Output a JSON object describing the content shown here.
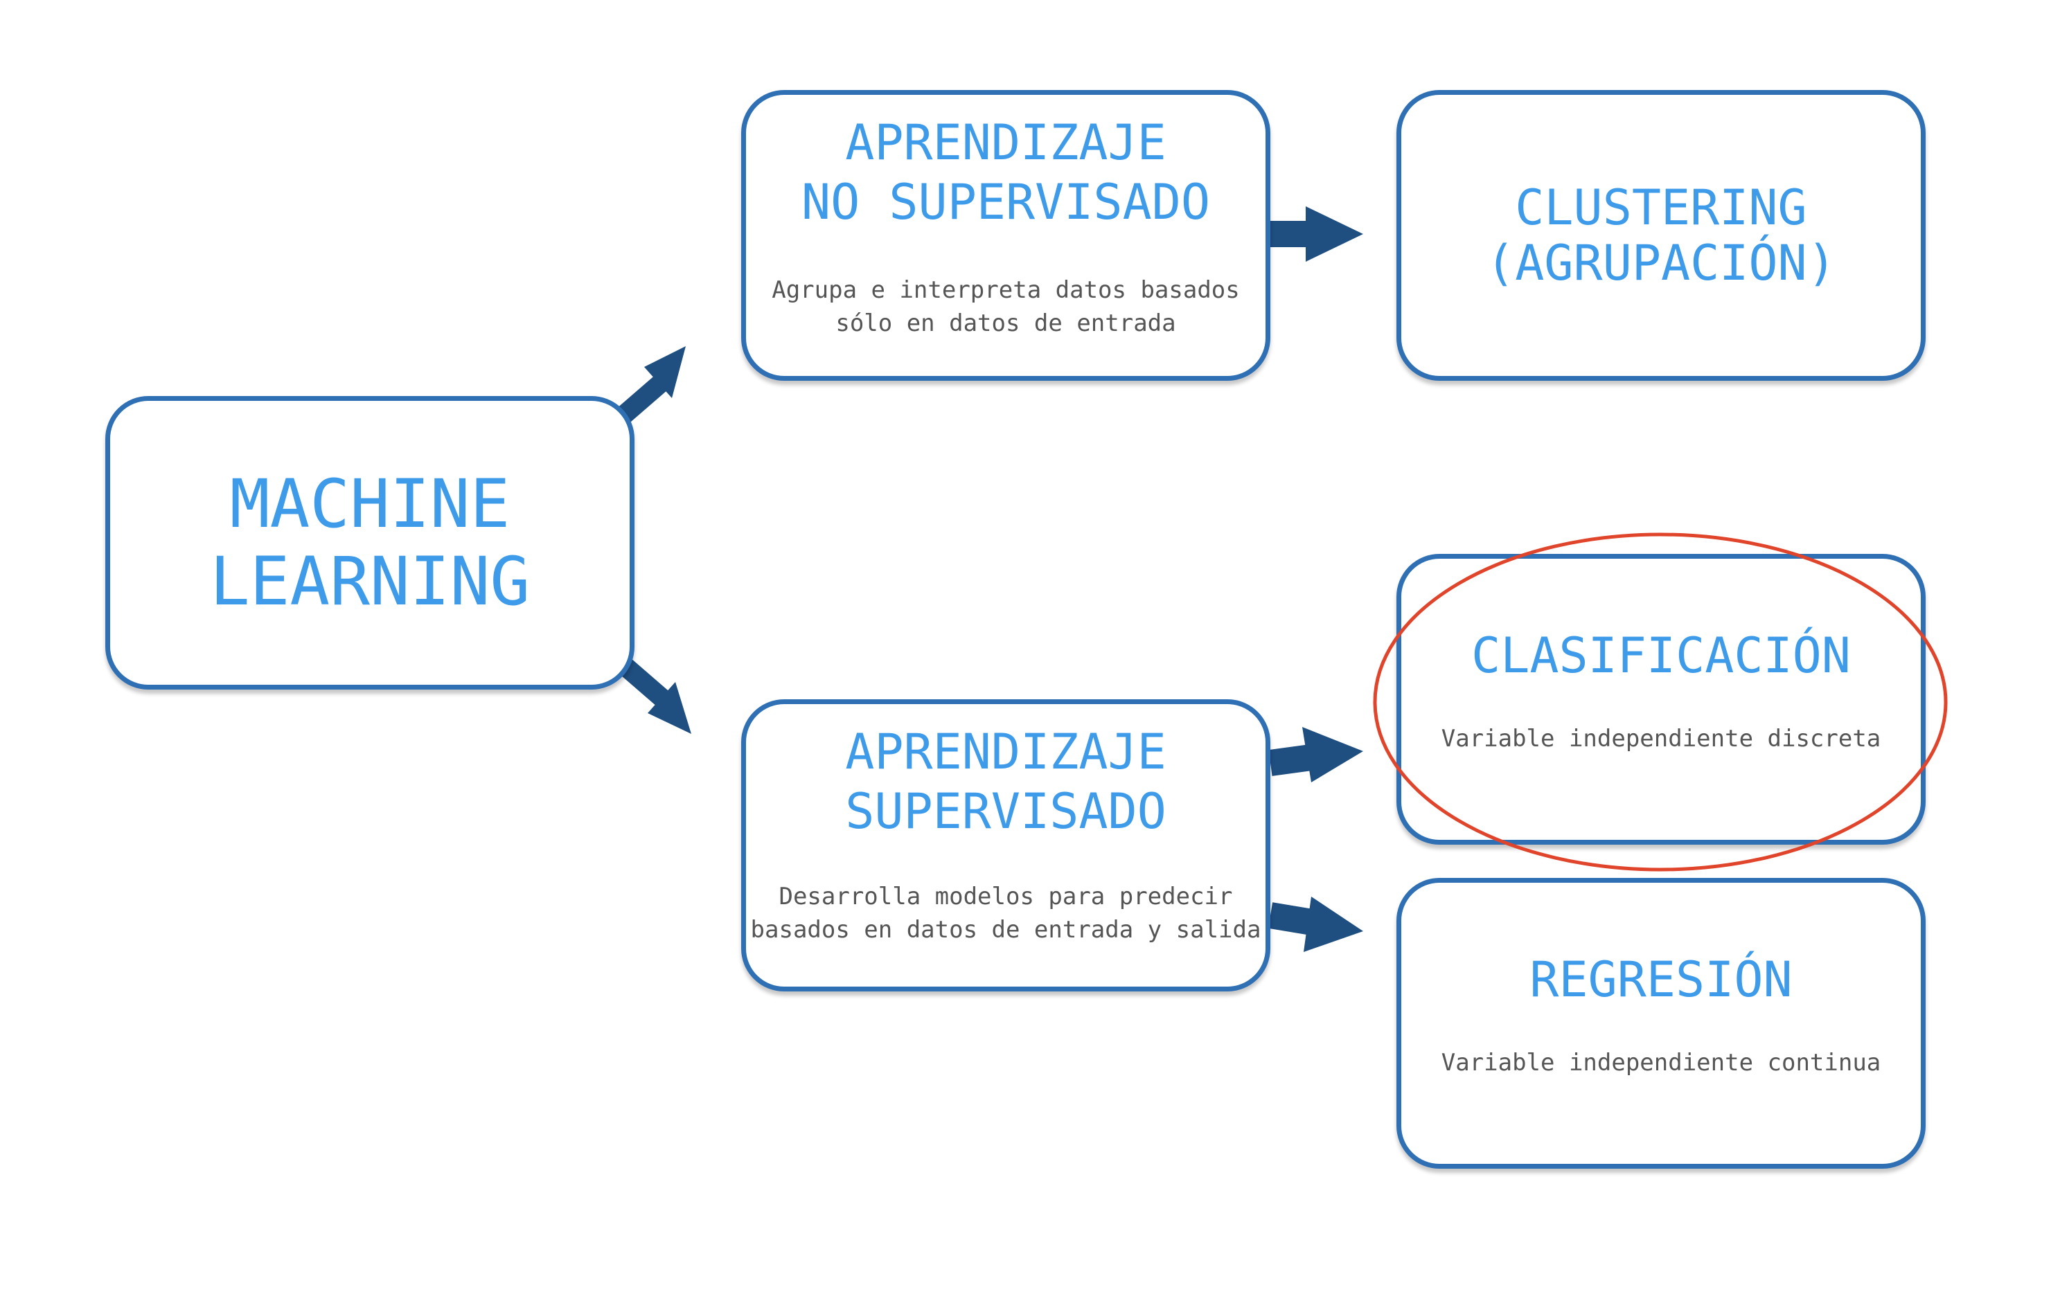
{
  "colors": {
    "box_border": "#2f70b5",
    "title_text": "#3d9be9",
    "desc_text": "#555555",
    "arrow": "#1f4e80",
    "highlight": "#e0452b"
  },
  "nodes": {
    "machine_learning": {
      "title": [
        "MACHINE",
        "LEARNING"
      ]
    },
    "no_supervisado": {
      "title": [
        "APRENDIZAJE",
        "NO SUPERVISADO"
      ],
      "description": [
        "Agrupa e interpreta datos basados",
        "sólo en datos de entrada"
      ]
    },
    "clustering": {
      "title": [
        "CLUSTERING",
        "(AGRUPACIÓN)"
      ]
    },
    "supervisado": {
      "title": [
        "APRENDIZAJE",
        "SUPERVISADO"
      ],
      "description": [
        "Desarrolla modelos para predecir",
        "basados en datos de entrada y salida"
      ]
    },
    "clasificacion": {
      "title": [
        "CLASIFICACIÓN"
      ],
      "description": [
        "Variable independiente discreta"
      ],
      "highlighted": true
    },
    "regresion": {
      "title": [
        "REGRESIÓN"
      ],
      "description": [
        "Variable independiente continua"
      ]
    }
  }
}
